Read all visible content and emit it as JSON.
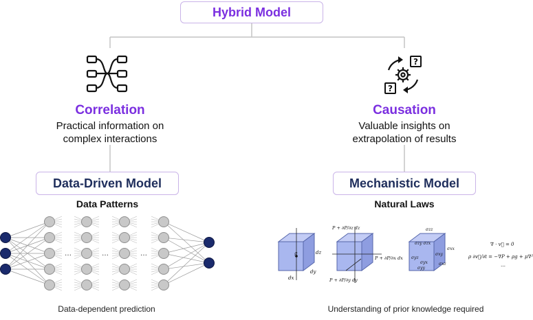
{
  "top": {
    "title": "Hybrid Model"
  },
  "left": {
    "heading": "Correlation",
    "desc_line1": "Practical information on",
    "desc_line2": "complex interactions",
    "model": "Data-Driven Model",
    "subtitle": "Data Patterns",
    "caption": "Data-dependent prediction",
    "icon": "branching-flow-icon"
  },
  "right": {
    "heading": "Causation",
    "desc_line1": "Valuable insights on",
    "desc_line2": "extrapolation of results",
    "model": "Mechanistic Model",
    "subtitle": "Natural Laws",
    "caption": "Understanding of prior knowledge required",
    "icon": "gear-cycle-question-icon"
  },
  "colors": {
    "accent": "#7b2fe0",
    "navy": "#1f2e5c",
    "box_border": "#c9b3e8",
    "node_dark": "#1a2a6c",
    "node_gray": "#c8c8c8",
    "cube": "#a9b7ef"
  }
}
